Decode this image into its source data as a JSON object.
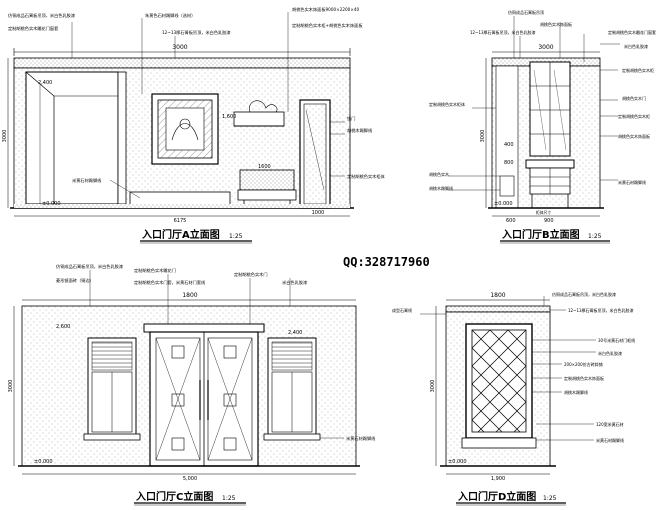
{
  "watermark": {
    "qq": "QQ:328717960"
  },
  "views": {
    "a": {
      "title": "入口门厅A立面图",
      "scale": "1:25",
      "dims": {
        "top": "3000",
        "bottom": "6175",
        "left_total": "3000",
        "width_right": "1000",
        "height_door": "2,400",
        "shelf": "1,600",
        "bench": "1600",
        "floor": "±0.000"
      },
      "notes": [
        "朱黄色石材踢脚线（选材）",
        "仿铜成品石膏板吊顶，米白色乳胶漆",
        "定制胡桃色实木雕花门窗套",
        "12~13厚石膏板吊顶，米白色乳胶漆",
        "胡桃色实木饰面板9000×2200×40",
        "定制胡桃色实木柜+胡桃色实木饰面板",
        "米黄石材踢脚线",
        "镜门",
        "胡桃木踢脚线",
        "定制胡桃色实木柜体"
      ]
    },
    "b": {
      "title": "入口门厅B立面图",
      "scale": "1:25",
      "dims": {
        "top": "3000",
        "left_total": "3000",
        "bottom_a": "600",
        "bottom_b": "900",
        "bottom_c": "柜体尺寸",
        "height_a": "400",
        "height_b": "800",
        "floor": "±0.000"
      },
      "notes": [
        "12~13厚石膏板吊顶，米白色乳胶漆",
        "定制胡桃色实木柜体",
        "仿铜成品石膏板吊顶",
        "胡桃色实木饰面板",
        "定制胡桃色实木雕花门窗套",
        "米白色乳胶漆",
        "定制胡桃色实木柜",
        "胡桃色实木门",
        "定制胡桃色实木柜",
        "胡桃色实木饰面板",
        "米黄石材踢脚线",
        "胡桃色实木",
        "胡桃木踢脚线"
      ]
    },
    "c": {
      "title": "入口门厅C立面图",
      "scale": "1:25",
      "dims": {
        "top": "1800",
        "bottom": "5,000",
        "left_total": "3000",
        "side_left": "2,600",
        "side_right": "2,400",
        "floor": "±0.000"
      },
      "notes": [
        "仿铜成品石膏板吊顶，米白色乳胶漆",
        "菱形镜面砖（铜边）",
        "定制胡桃色实木雕花门",
        "定制胡桃色实木门套，米黄石材门套线",
        "定制胡桃色实木门",
        "米黄石材踢脚线",
        "米白色乳胶漆"
      ]
    },
    "d": {
      "title": "入口门厅D立面图",
      "scale": "1:25",
      "dims": {
        "top": "1800",
        "bottom": "1,900",
        "left_total": "3000",
        "floor": "±0.000"
      },
      "notes": [
        "仿铜成品石膏板吊顶，米白色乳胶漆",
        "12~13厚石膏板吊顶，米白色乳胶漆",
        "成型石膏线",
        "30号米黄石材门框线",
        "米白色乳胶漆",
        "200×200仿古砖斜铺",
        "定制胡桃色实木饰面板",
        "胡桃木踢脚线",
        "120宽米黄石材",
        "米黄石材踢脚线"
      ]
    }
  }
}
